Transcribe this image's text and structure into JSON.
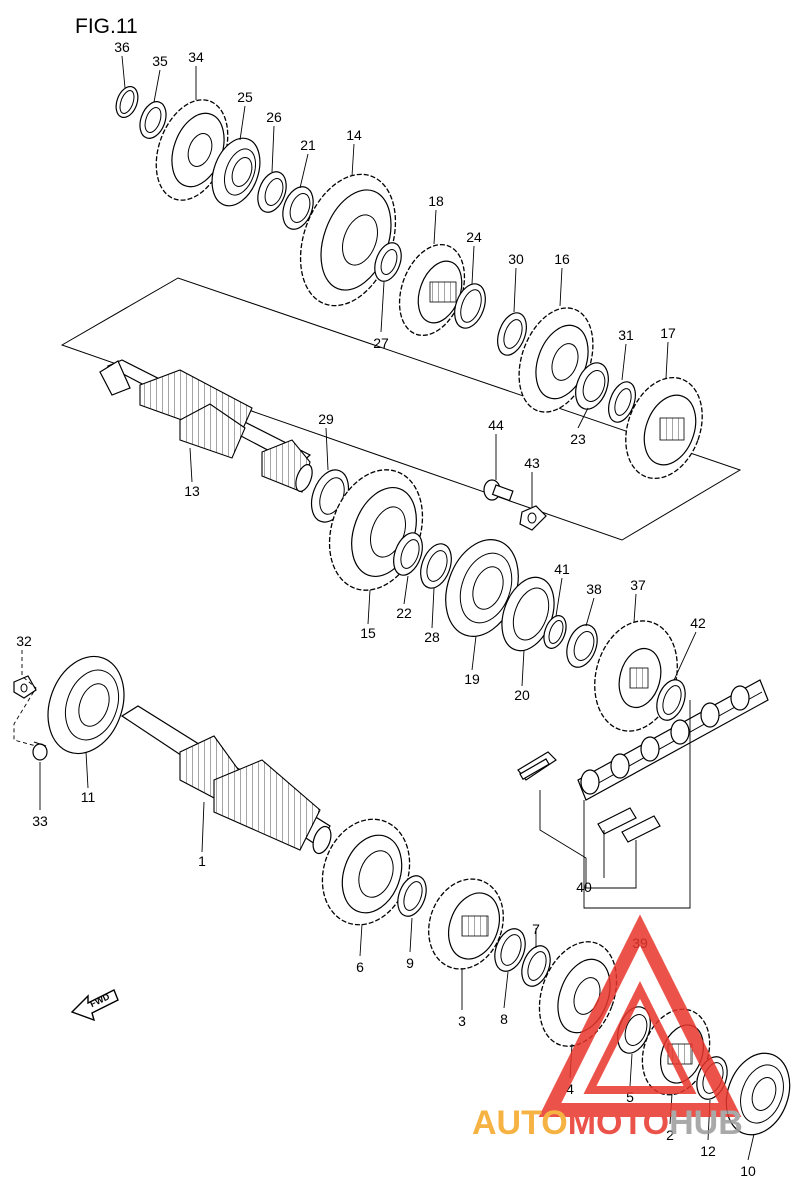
{
  "figure": {
    "title": "FIG.11"
  },
  "fwd_label": "FWD",
  "watermark": {
    "text_part1": "AUTO",
    "text_part2": "MOTO",
    "text_part3": "HUB",
    "colors": {
      "orange": "#f5a623",
      "red": "#e8352b",
      "grey": "#9b9b9b"
    }
  },
  "callouts": [
    {
      "id": "36",
      "label": "36"
    },
    {
      "id": "35",
      "label": "35"
    },
    {
      "id": "34",
      "label": "34"
    },
    {
      "id": "25",
      "label": "25"
    },
    {
      "id": "26",
      "label": "26"
    },
    {
      "id": "21",
      "label": "21"
    },
    {
      "id": "14",
      "label": "14"
    },
    {
      "id": "18",
      "label": "18"
    },
    {
      "id": "24",
      "label": "24"
    },
    {
      "id": "27",
      "label": "27"
    },
    {
      "id": "30",
      "label": "30"
    },
    {
      "id": "16",
      "label": "16"
    },
    {
      "id": "31",
      "label": "31"
    },
    {
      "id": "17",
      "label": "17"
    },
    {
      "id": "23",
      "label": "23"
    },
    {
      "id": "29",
      "label": "29"
    },
    {
      "id": "13",
      "label": "13"
    },
    {
      "id": "44",
      "label": "44"
    },
    {
      "id": "43",
      "label": "43"
    },
    {
      "id": "22",
      "label": "22"
    },
    {
      "id": "15",
      "label": "15"
    },
    {
      "id": "28",
      "label": "28"
    },
    {
      "id": "41",
      "label": "41"
    },
    {
      "id": "38",
      "label": "38"
    },
    {
      "id": "37",
      "label": "37"
    },
    {
      "id": "42",
      "label": "42"
    },
    {
      "id": "19",
      "label": "19"
    },
    {
      "id": "20",
      "label": "20"
    },
    {
      "id": "32",
      "label": "32"
    },
    {
      "id": "11",
      "label": "11"
    },
    {
      "id": "33",
      "label": "33"
    },
    {
      "id": "1",
      "label": "1"
    },
    {
      "id": "6",
      "label": "6"
    },
    {
      "id": "9",
      "label": "9"
    },
    {
      "id": "40",
      "label": "40"
    },
    {
      "id": "7",
      "label": "7"
    },
    {
      "id": "39",
      "label": "39"
    },
    {
      "id": "3",
      "label": "3"
    },
    {
      "id": "8",
      "label": "8"
    },
    {
      "id": "4",
      "label": "4"
    },
    {
      "id": "5",
      "label": "5"
    },
    {
      "id": "2",
      "label": "2"
    },
    {
      "id": "12",
      "label": "12"
    },
    {
      "id": "10",
      "label": "10"
    }
  ]
}
